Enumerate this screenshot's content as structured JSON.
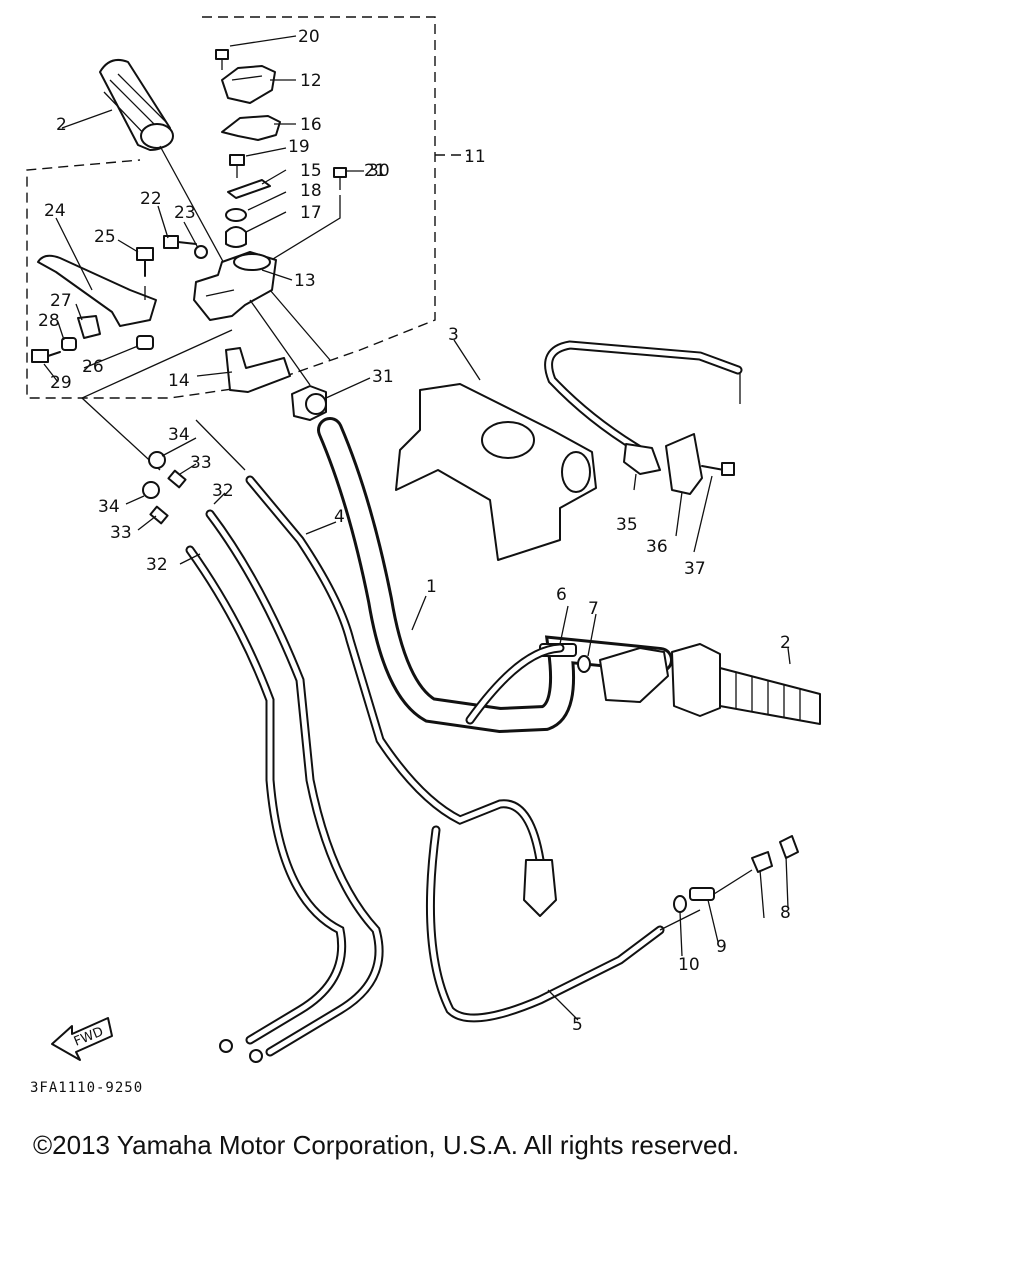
{
  "diagram": {
    "callouts": [
      "1",
      "2",
      "2",
      "3",
      "4",
      "5",
      "6",
      "7",
      "8",
      "9",
      "10",
      "11",
      "12",
      "13",
      "14",
      "15",
      "16",
      "17",
      "18",
      "19",
      "20",
      "21",
      "22",
      "23",
      "24",
      "25",
      "26",
      "27",
      "28",
      "29",
      "30",
      "31",
      "32",
      "32",
      "33",
      "33",
      "34",
      "34",
      "35",
      "36",
      "37"
    ],
    "fwd_label": "FWD",
    "figure_code": "3FA1110-9250"
  },
  "copyright": "©2013 Yamaha Motor Corporation, U.S.A. All rights reserved."
}
